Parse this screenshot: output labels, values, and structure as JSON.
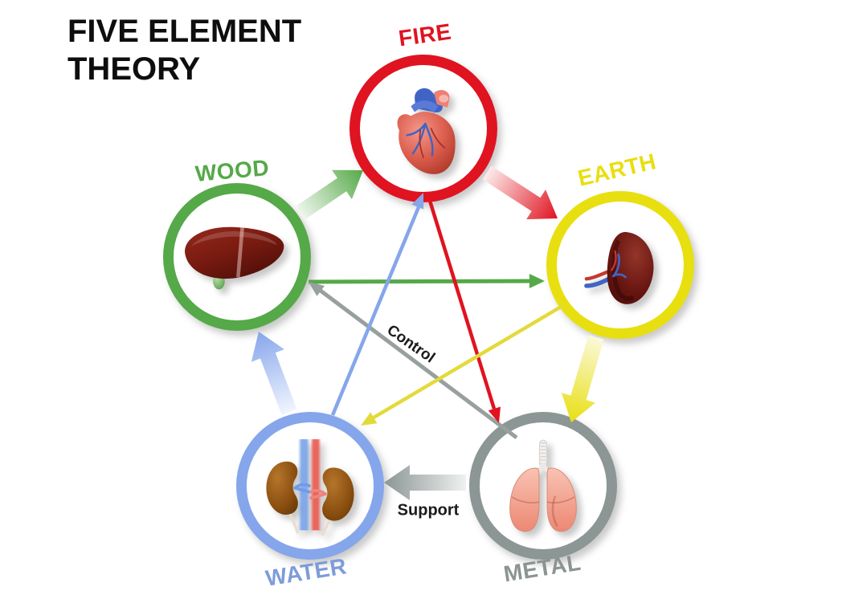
{
  "title": {
    "line1": "FIVE ELEMENT",
    "line2": "THEORY"
  },
  "elements": [
    {
      "id": "fire",
      "label": "FIRE",
      "organ": "heart",
      "color": "#e01320"
    },
    {
      "id": "earth",
      "label": "EARTH",
      "organ": "spleen",
      "color": "#e8df10"
    },
    {
      "id": "metal",
      "label": "METAL",
      "organ": "lungs",
      "color": "#8b9695"
    },
    {
      "id": "water",
      "label": "WATER",
      "organ": "kidneys",
      "color": "#86a6eb"
    },
    {
      "id": "wood",
      "label": "WOOD",
      "organ": "liver",
      "color": "#55a948"
    }
  ],
  "cycles": {
    "support": {
      "label": "Support",
      "arrows": [
        {
          "from": "wood",
          "to": "fire",
          "color": "#55a948"
        },
        {
          "from": "fire",
          "to": "earth",
          "color": "#e01320"
        },
        {
          "from": "earth",
          "to": "metal",
          "color": "#e8df10"
        },
        {
          "from": "metal",
          "to": "water",
          "color": "#8b9695"
        },
        {
          "from": "water",
          "to": "wood",
          "color": "#86a6eb"
        }
      ]
    },
    "control": {
      "label": "Control",
      "arrows": [
        {
          "from": "wood",
          "to": "earth",
          "color": "#55a948"
        },
        {
          "from": "fire",
          "to": "metal",
          "color": "#e01320"
        },
        {
          "from": "earth",
          "to": "water",
          "color": "#e3da3a"
        },
        {
          "from": "metal",
          "to": "wood",
          "color": "#97a09e"
        },
        {
          "from": "water",
          "to": "fire",
          "color": "#86a6eb"
        }
      ]
    }
  }
}
